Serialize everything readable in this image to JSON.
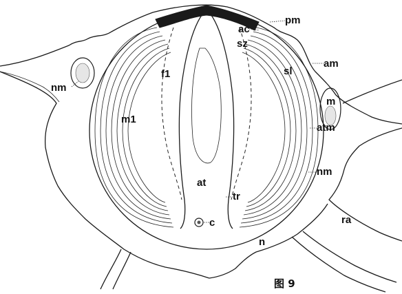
{
  "figure": {
    "caption": "图 9",
    "labels": {
      "pm": "pm",
      "ac": "ac",
      "sz": "sz",
      "am": "am",
      "sl": "sl",
      "f1": "f1",
      "m1": "m1",
      "nm_left": "nm",
      "m_right": "m",
      "atm": "atm",
      "nm_right": "nm",
      "at": "at",
      "tr": "tr",
      "c": "c",
      "ra": "ra",
      "n": "n"
    }
  }
}
